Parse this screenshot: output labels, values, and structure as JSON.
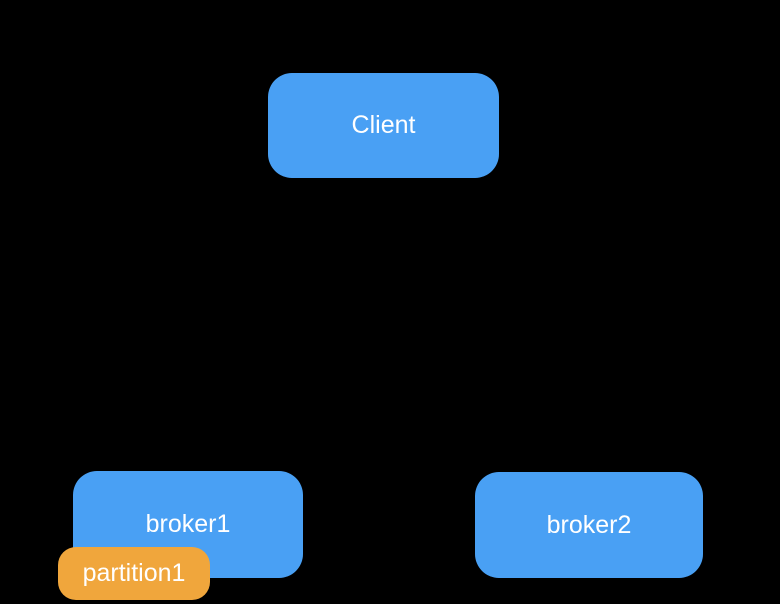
{
  "diagram": {
    "title": "client-broker-partition-topology",
    "background_color": "#000000",
    "text_color": "#FFFFFF",
    "colors": {
      "node_blue": "#49A0F4",
      "node_orange": "#F0A63C"
    },
    "nodes": [
      {
        "id": "client",
        "label": "Client",
        "shape": "rounded-rect",
        "color": "#49A0F4"
      },
      {
        "id": "broker1",
        "label": "broker1",
        "shape": "rounded-rect",
        "color": "#49A0F4"
      },
      {
        "id": "broker2",
        "label": "broker2",
        "shape": "rounded-rect",
        "color": "#49A0F4"
      },
      {
        "id": "partition1",
        "label": "partition1",
        "shape": "rounded-rect",
        "color": "#F0A63C",
        "attached_to": "broker1"
      }
    ],
    "edges": []
  }
}
